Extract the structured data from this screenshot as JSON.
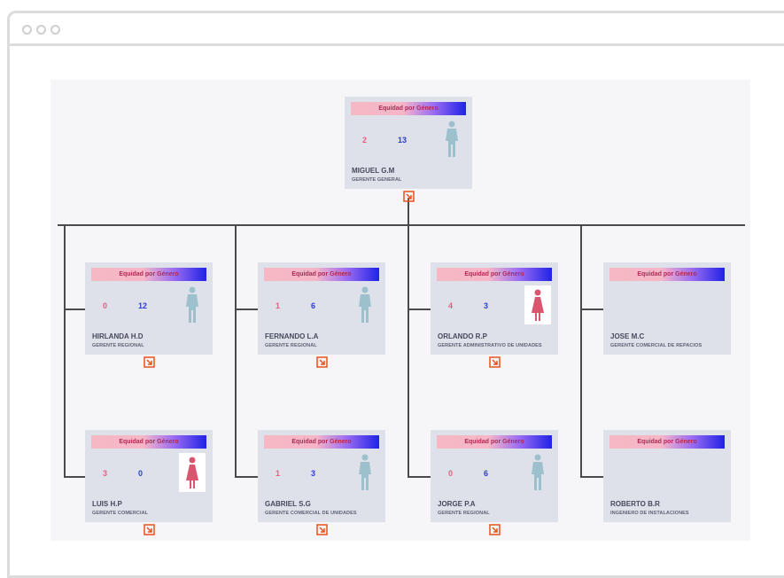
{
  "window": {
    "title_dots": [
      "circle",
      "circle",
      "circle"
    ]
  },
  "chart": {
    "banner_label": "Equidad por Género",
    "accent_female": "#f05a7e",
    "accent_male": "#2d3bd6",
    "connector_color": "#4a4a4a",
    "expand_color": "#e8501e",
    "root": {
      "name": "MIGUEL G.M",
      "role": "GERENTE GENERAL",
      "female": "2",
      "male": "13",
      "figure": "male-silhouette-icon"
    },
    "nodes": [
      {
        "name": "HIRLANDA H.D",
        "role": "GERENTE REGIONAL",
        "female": "0",
        "male": "12",
        "figure": "male-silhouette-icon"
      },
      {
        "name": "FERNANDO L.A",
        "role": "GERENTE REGIONAL",
        "female": "1",
        "male": "6",
        "figure": "male-silhouette-icon"
      },
      {
        "name": "ORLANDO R.P",
        "role": "GERENTE ADMINISTRATIVO DE UNIDADES",
        "female": "4",
        "male": "3",
        "figure": "female-silhouette-icon"
      },
      {
        "name": "JOSE M.C",
        "role": "GERENTE COMERCIAL DE REPACIOS",
        "female": "",
        "male": "",
        "figure": ""
      },
      {
        "name": "LUIS H.P",
        "role": "GERENTE COMERCIAL",
        "female": "3",
        "male": "0",
        "figure": "female-silhouette-icon"
      },
      {
        "name": "GABRIEL S.G",
        "role": "GERENTE COMERCIAL DE UNIDADES",
        "female": "1",
        "male": "3",
        "figure": "male-silhouette-icon"
      },
      {
        "name": "JORGE P.A",
        "role": "GERENTE REGIONAL",
        "female": "0",
        "male": "6",
        "figure": "male-silhouette-icon"
      },
      {
        "name": "ROBERTO B.R",
        "role": "INGENIERO DE INSTALACIONES",
        "female": "",
        "male": "",
        "figure": ""
      }
    ]
  }
}
